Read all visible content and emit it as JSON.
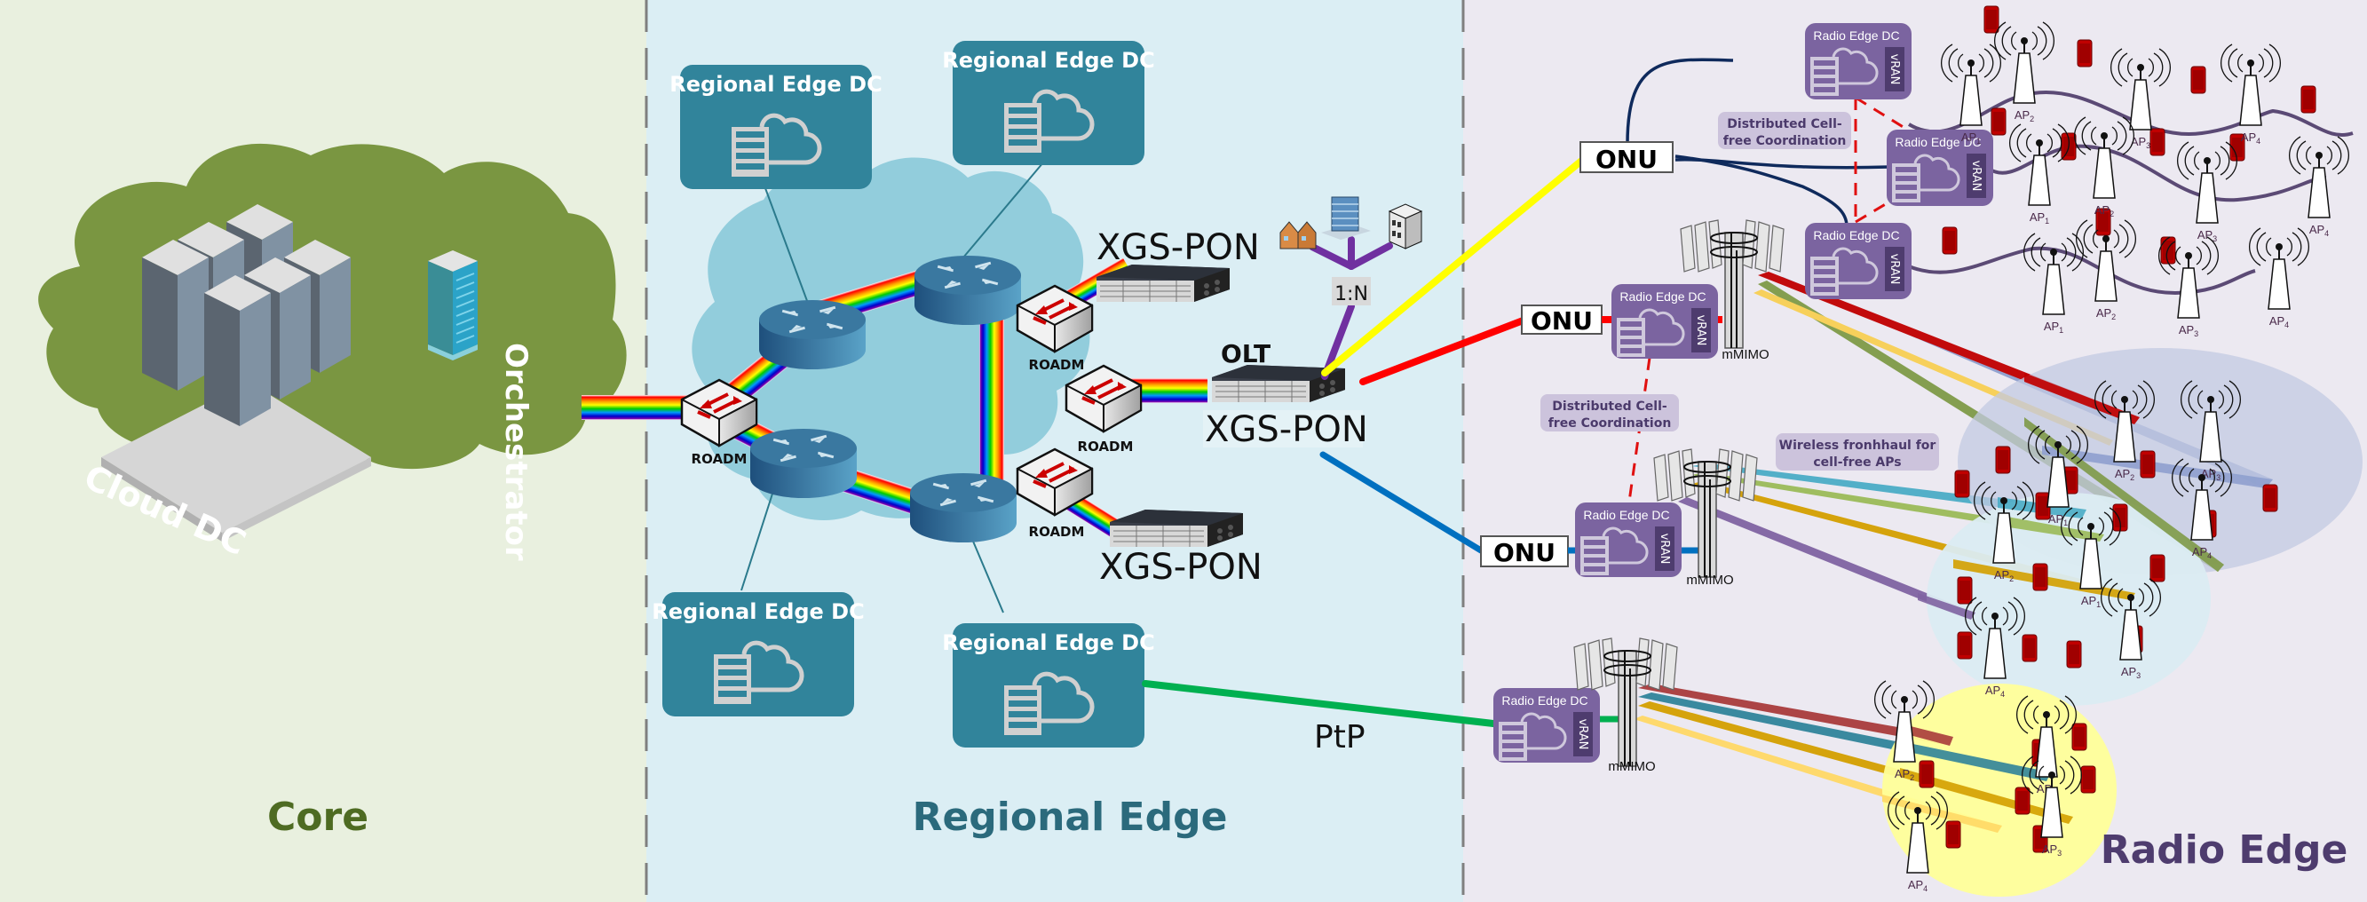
{
  "zones": {
    "core": {
      "title": "Core",
      "bg": "#e9f0df",
      "title_color": "#4e6b22"
    },
    "regional": {
      "title": "Regional Edge",
      "bg": "#dbeef4",
      "title_color": "#2b6a7c"
    },
    "radio": {
      "title": "Radio Edge",
      "bg": "#ece9f1",
      "title_color": "#4e3c6e"
    }
  },
  "core": {
    "cloud_label": "Cloud DC",
    "orchestrator_label": "Orchestrator",
    "cloud_color": "#7a9641"
  },
  "regional": {
    "dc_boxes": [
      {
        "title": "Regional Edge DC"
      },
      {
        "title": "Regional Edge DC"
      },
      {
        "title": "Regional Edge DC"
      },
      {
        "title": "Regional Edge DC"
      }
    ],
    "dc_color": "#31849b",
    "roadm_label": "ROADM",
    "olt_label": "OLT",
    "xgs_pon_labels": [
      "XGS-PON",
      "XGS-PON",
      "XGS-PON"
    ],
    "split_label": "1:N",
    "ptp_label": "PtP"
  },
  "radio": {
    "onu_label": "ONU",
    "radio_dc_title": "Radio Edge DC",
    "vran_label": "vRAN",
    "mmimo_label": "mMIMO",
    "notes": {
      "coord_top": [
        "Distributed Cell-",
        "free Coordination"
      ],
      "coord_mid": [
        "Distributed Cell-",
        "free Coordination"
      ],
      "wireless": [
        "Wireless fronhhaul for",
        "cell-free APs"
      ]
    },
    "ap_labels": [
      "AP1",
      "AP2",
      "AP3",
      "AP4"
    ],
    "dc_color": "#7b64a0",
    "link_colors": {
      "yellow": "#ffff00",
      "red": "#ff0000",
      "blue": "#0070c0",
      "green": "#00b050",
      "purple": "#7030a0",
      "navy": "#0f2a5c"
    }
  }
}
